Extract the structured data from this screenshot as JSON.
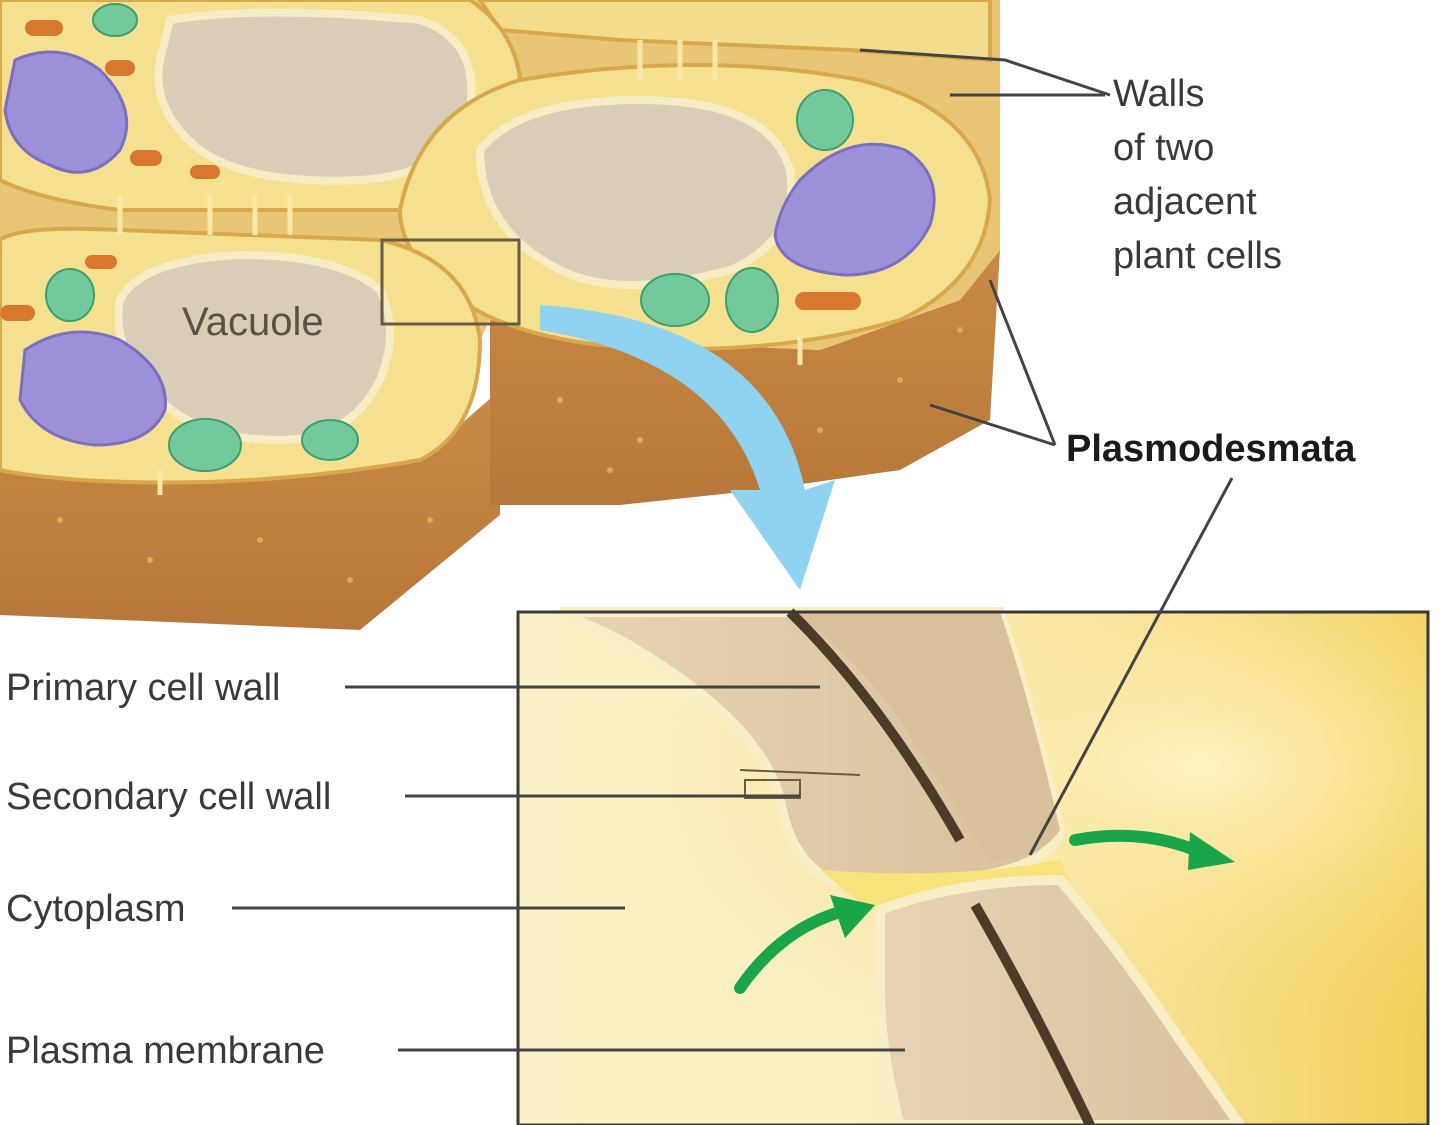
{
  "labels": {
    "walls_line1": "Walls",
    "walls_line2": "of two",
    "walls_line3": "adjacent",
    "walls_line4": "plant cells",
    "vacuole": "Vacuole",
    "plasmodesmata": "Plasmodesmata",
    "primary_cell_wall": "Primary cell wall",
    "secondary_cell_wall": "Secondary cell wall",
    "cytoplasm": "Cytoplasm",
    "plasma_membrane": "Plasma membrane"
  },
  "colors": {
    "cell_wall_outer": "#c8904a",
    "cell_wall_top": "#f2d98a",
    "cytoplasm": "#f7e7a6",
    "vacuole": "#d8cdb8",
    "nucleus": "#9b8fd6",
    "chloroplast": "#6fc79b",
    "mitochondria": "#d9772f",
    "zoom_arrow": "#8fd3f0",
    "flow_arrow": "#1aa54a",
    "leader_line": "#444444"
  }
}
